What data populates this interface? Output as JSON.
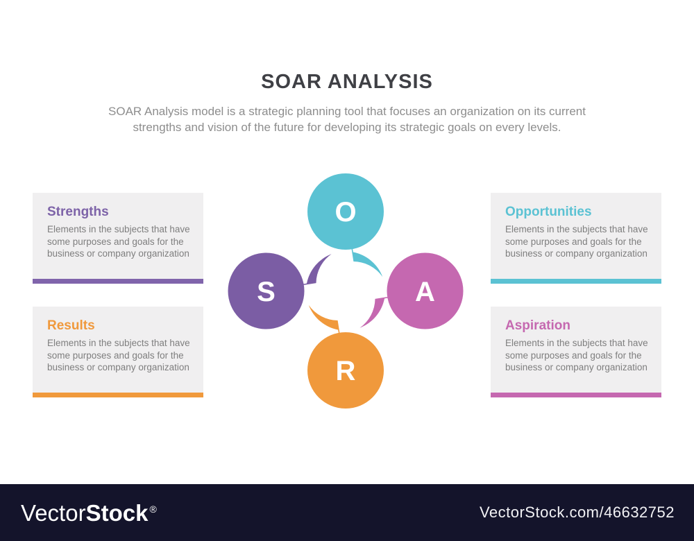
{
  "header": {
    "title": "SOAR ANALYSIS",
    "subtitle_line1": "SOAR Analysis model is a strategic planning tool that focuses an organization on its current",
    "subtitle_line2": "strengths and vision of the future for developing its strategic goals on every levels."
  },
  "cards": {
    "strengths": {
      "title": "Strengths",
      "body": "Elements in the subjects that have some purposes and goals for the business or company organization"
    },
    "results": {
      "title": "Results",
      "body": "Elements in the subjects that have some purposes and goals for the business or company organization"
    },
    "opportunities": {
      "title": "Opportunities",
      "body": "Elements in the subjects that have some purposes and goals for the business or company organization"
    },
    "aspiration": {
      "title": "Aspiration",
      "body": "Elements in the subjects that have some purposes and goals for the business or company organization"
    }
  },
  "diagram": {
    "letters": {
      "o": "O",
      "s": "S",
      "a": "A",
      "r": "R"
    },
    "colors": {
      "teal": "#5bc2d3",
      "purple": "#7b5da4",
      "purple_accent": "#8064ab",
      "pink": "#c568b0",
      "orange": "#f0993c",
      "title_text": "#3f4045",
      "subtitle_text": "#8d8d8d",
      "card_text": "#7e7e7e",
      "card_bg": "#f0eff0",
      "footer_bg": "#14142b",
      "letter_text": "#ffffff"
    }
  },
  "watermark": {
    "logo_light": "Vector",
    "logo_bold": "Stock",
    "registered": "®",
    "url": "VectorStock.com/46632752"
  }
}
